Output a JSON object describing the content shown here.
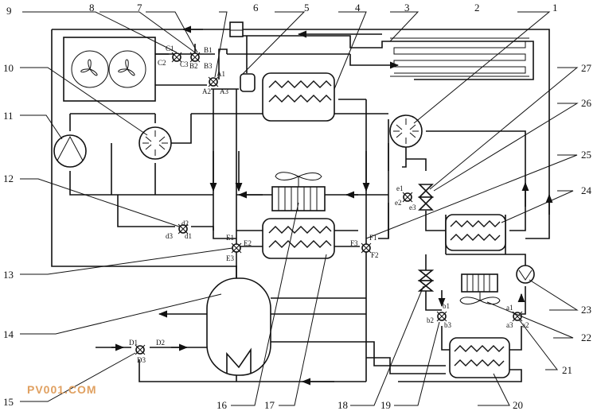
{
  "labels": {
    "n1": "1",
    "n2": "2",
    "n3": "3",
    "n4": "4",
    "n5": "5",
    "n6": "6",
    "n7": "7",
    "n8": "8",
    "n9": "9",
    "n10": "10",
    "n11": "11",
    "n12": "12",
    "n13": "13",
    "n14": "14",
    "n15": "15",
    "n16": "16",
    "n17": "17",
    "n18": "18",
    "n19": "19",
    "n20": "20",
    "n21": "21",
    "n22": "22",
    "n23": "23",
    "n24": "24",
    "n25": "25",
    "n26": "26",
    "n27": "27"
  },
  "ports": {
    "A1": "A1",
    "A2": "A2",
    "A3": "A3",
    "B1": "B1",
    "B2": "B2",
    "B3": "B3",
    "C1": "C1",
    "C2": "C2",
    "C3": "C3",
    "D1": "D1",
    "D2": "D2",
    "D3": "D3",
    "E1": "E1",
    "E2": "E2",
    "E3": "E3",
    "F1": "F1",
    "F2": "F2",
    "F3": "F3",
    "a1": "a1",
    "a2": "a2",
    "a3": "a3",
    "b1": "b1",
    "b2": "b2",
    "b3": "b3",
    "d1": "d1",
    "d2": "d2",
    "d3": "d3",
    "e1": "e1",
    "e2": "e2",
    "e3": "e3"
  },
  "watermark": "PV001.COM"
}
